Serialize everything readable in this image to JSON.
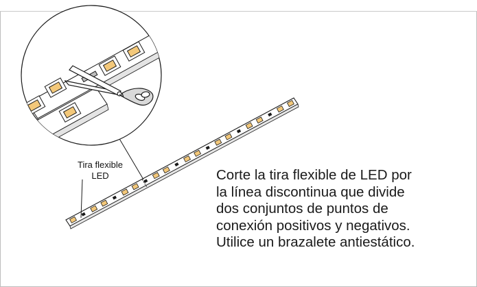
{
  "figure": {
    "strip_label_lines": [
      "Tira flexible",
      "LED"
    ],
    "instruction_lines": [
      "Corte la tira flexible de LED por",
      "la línea discontinua que divide",
      "dos conjuntos de puntos de",
      "conexión positivos y negativos.",
      "Utilice un brazalete antiestático."
    ],
    "colors": {
      "line": "#1a1a1a",
      "strip_fill": "#ffffff",
      "led_fill": "#f3c87a",
      "pad_fill": "#bdbdbd",
      "frame": "#bdbdbd"
    }
  }
}
